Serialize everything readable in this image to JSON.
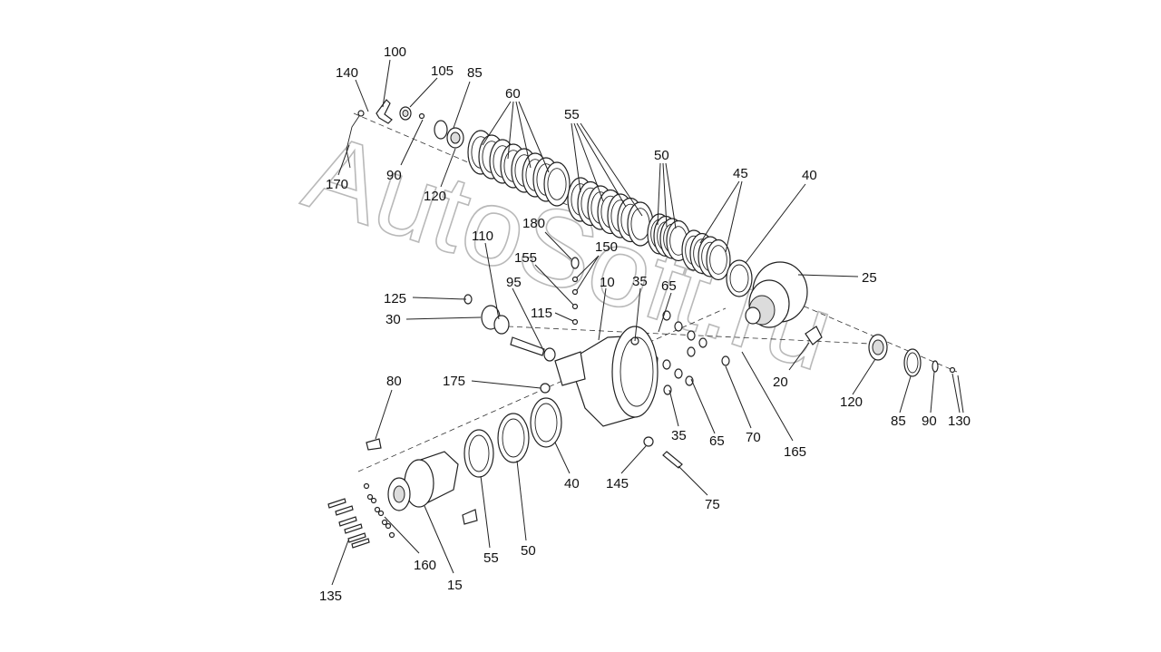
{
  "watermark": "AutoSoft.ru",
  "callouts": {
    "c100": "100",
    "c140": "140",
    "c105": "105",
    "c85a": "85",
    "c60": "60",
    "c55a": "55",
    "c50a": "50",
    "c45": "45",
    "c40a": "40",
    "c25": "25",
    "c170": "170",
    "c90a": "90",
    "c120a": "120",
    "c180": "180",
    "c110": "110",
    "c150": "150",
    "c155": "155",
    "c95": "95",
    "c10": "10",
    "c35a": "35",
    "c65a": "65",
    "c125": "125",
    "c115": "115",
    "c30": "30",
    "c20": "20",
    "c120b": "120",
    "c85b": "85",
    "c90b": "90",
    "c130": "130",
    "c175": "175",
    "c80": "80",
    "c35b": "35",
    "c65b": "65",
    "c70": "70",
    "c165": "165",
    "c40b": "40",
    "c145": "145",
    "c75": "75",
    "c55b": "55",
    "c50b": "50",
    "c160": "160",
    "c15": "15",
    "c135": "135"
  }
}
